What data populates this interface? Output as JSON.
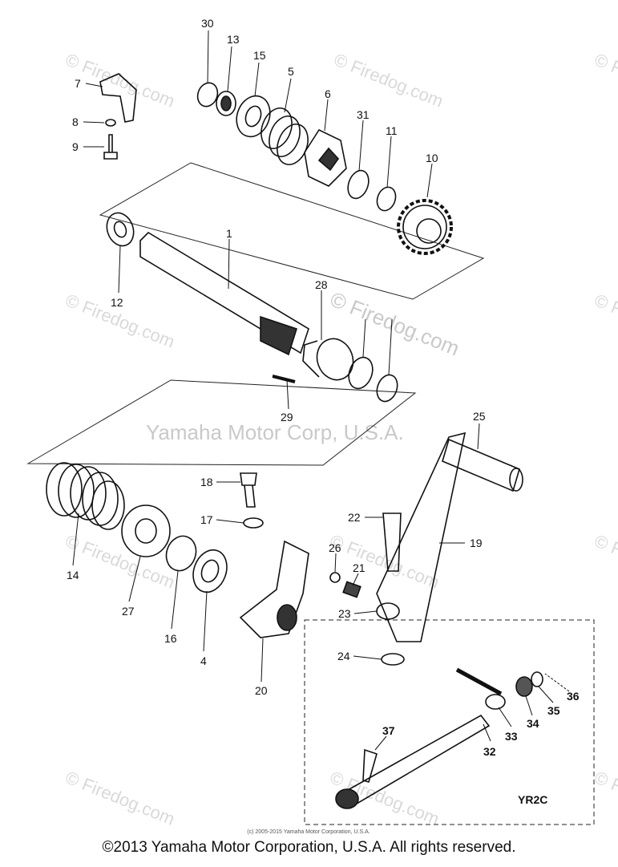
{
  "watermarks": {
    "firedog": "© Firedog.com",
    "center": "Yamaha Motor Corp, U.S.A."
  },
  "callouts": {
    "p1": "1",
    "p4": "4",
    "p5": "5",
    "p6": "6",
    "p7": "7",
    "p8": "8",
    "p9": "9",
    "p10": "10",
    "p11": "11",
    "p12": "12",
    "p13": "13",
    "p14": "14",
    "p15": "15",
    "p16": "16",
    "p17": "17",
    "p18": "18",
    "p19": "19",
    "p20": "20",
    "p21": "21",
    "p22": "22",
    "p23": "23",
    "p24": "24",
    "p25": "25",
    "p26": "26",
    "p27": "27",
    "p28": "28",
    "p29": "29",
    "p30": "30",
    "p31": "31",
    "p32": "32",
    "p33": "33",
    "p34": "34",
    "p35": "35",
    "p36": "36",
    "p37": "37"
  },
  "variant_box_label": "YR2C",
  "small_copyright": "(c) 2005-2015 Yamaha Motor Corporation, U.S.A.",
  "copyright": "©2013 Yamaha Motor Corporation, U.S.A. All rights reserved."
}
